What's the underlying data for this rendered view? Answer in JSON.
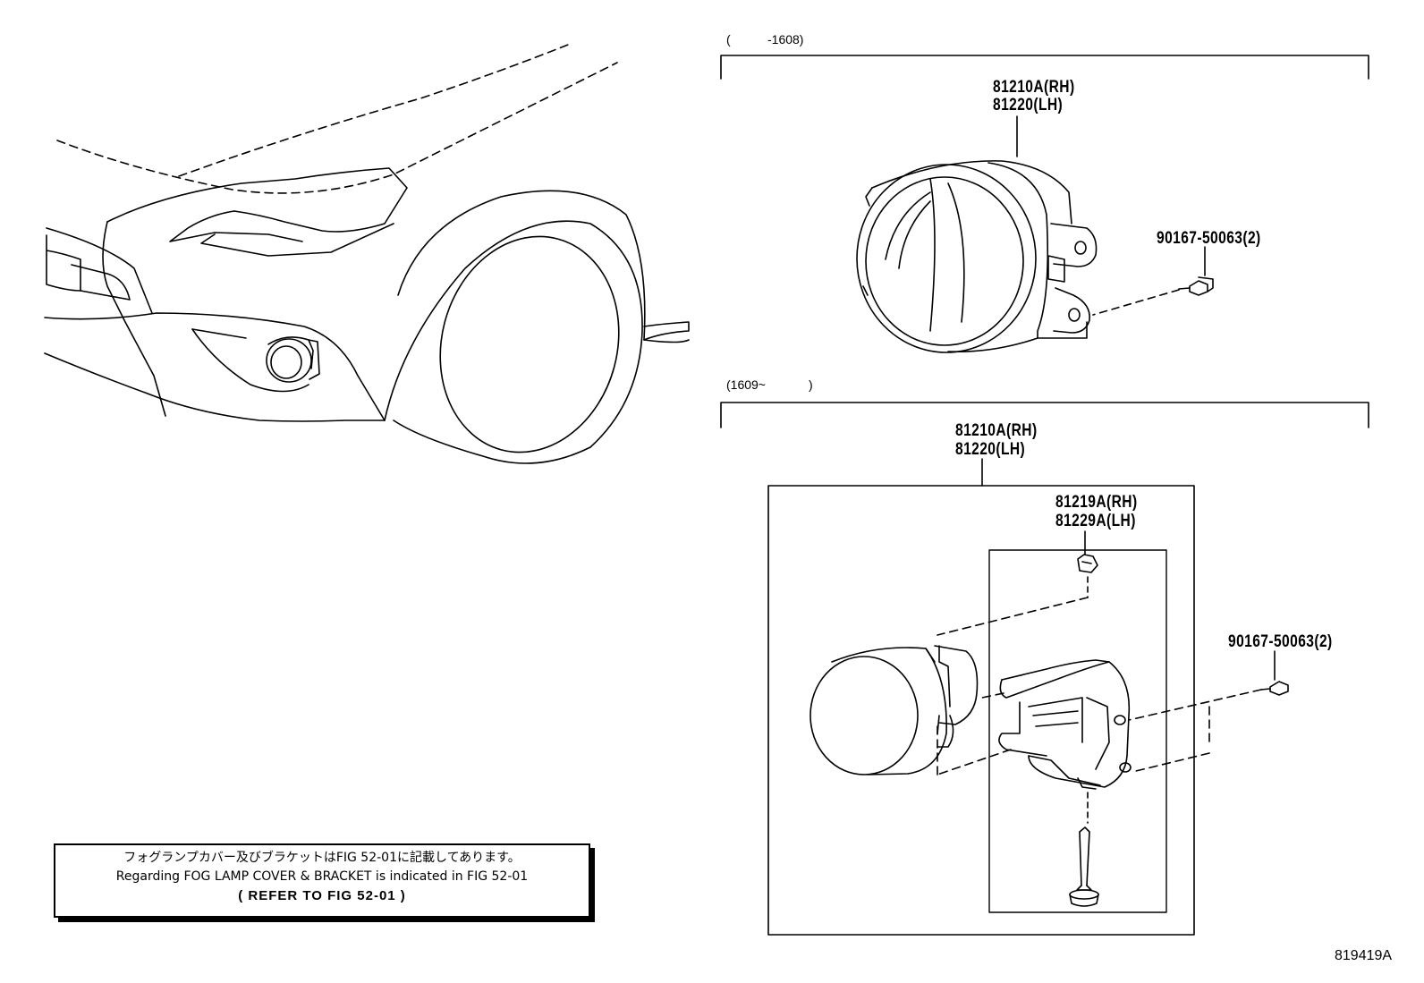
{
  "periods": {
    "upper": {
      "open": "(",
      "value": "-1608)"
    },
    "lower": {
      "value": "(1609~",
      "close": ")"
    }
  },
  "upper_section": {
    "lamp_part_rh": "81210A(RH)",
    "lamp_part_lh": "81220(LH)",
    "screw_part": "90167-50063(2)"
  },
  "lower_section": {
    "lamp_part_rh": "81210A(RH)",
    "lamp_part_lh": "81220(LH)",
    "bracket_part_rh": "81219A(RH)",
    "bracket_part_lh": "81229A(LH)",
    "screw_part": "90167-50063(2)"
  },
  "note": {
    "japanese": "フォグランプカバー及びブラケットはFIG 52-01に記載してあります。",
    "english": "Regarding FOG LAMP COVER & BRACKET is indicated in FIG 52-01",
    "refer": "(   REFER TO FIG 52-01   )"
  },
  "figure_id": "819419A",
  "icons": [
    "fog-lamp-icon",
    "bracket-icon",
    "screw-icon",
    "clip-icon",
    "adjuster-screw-icon"
  ]
}
